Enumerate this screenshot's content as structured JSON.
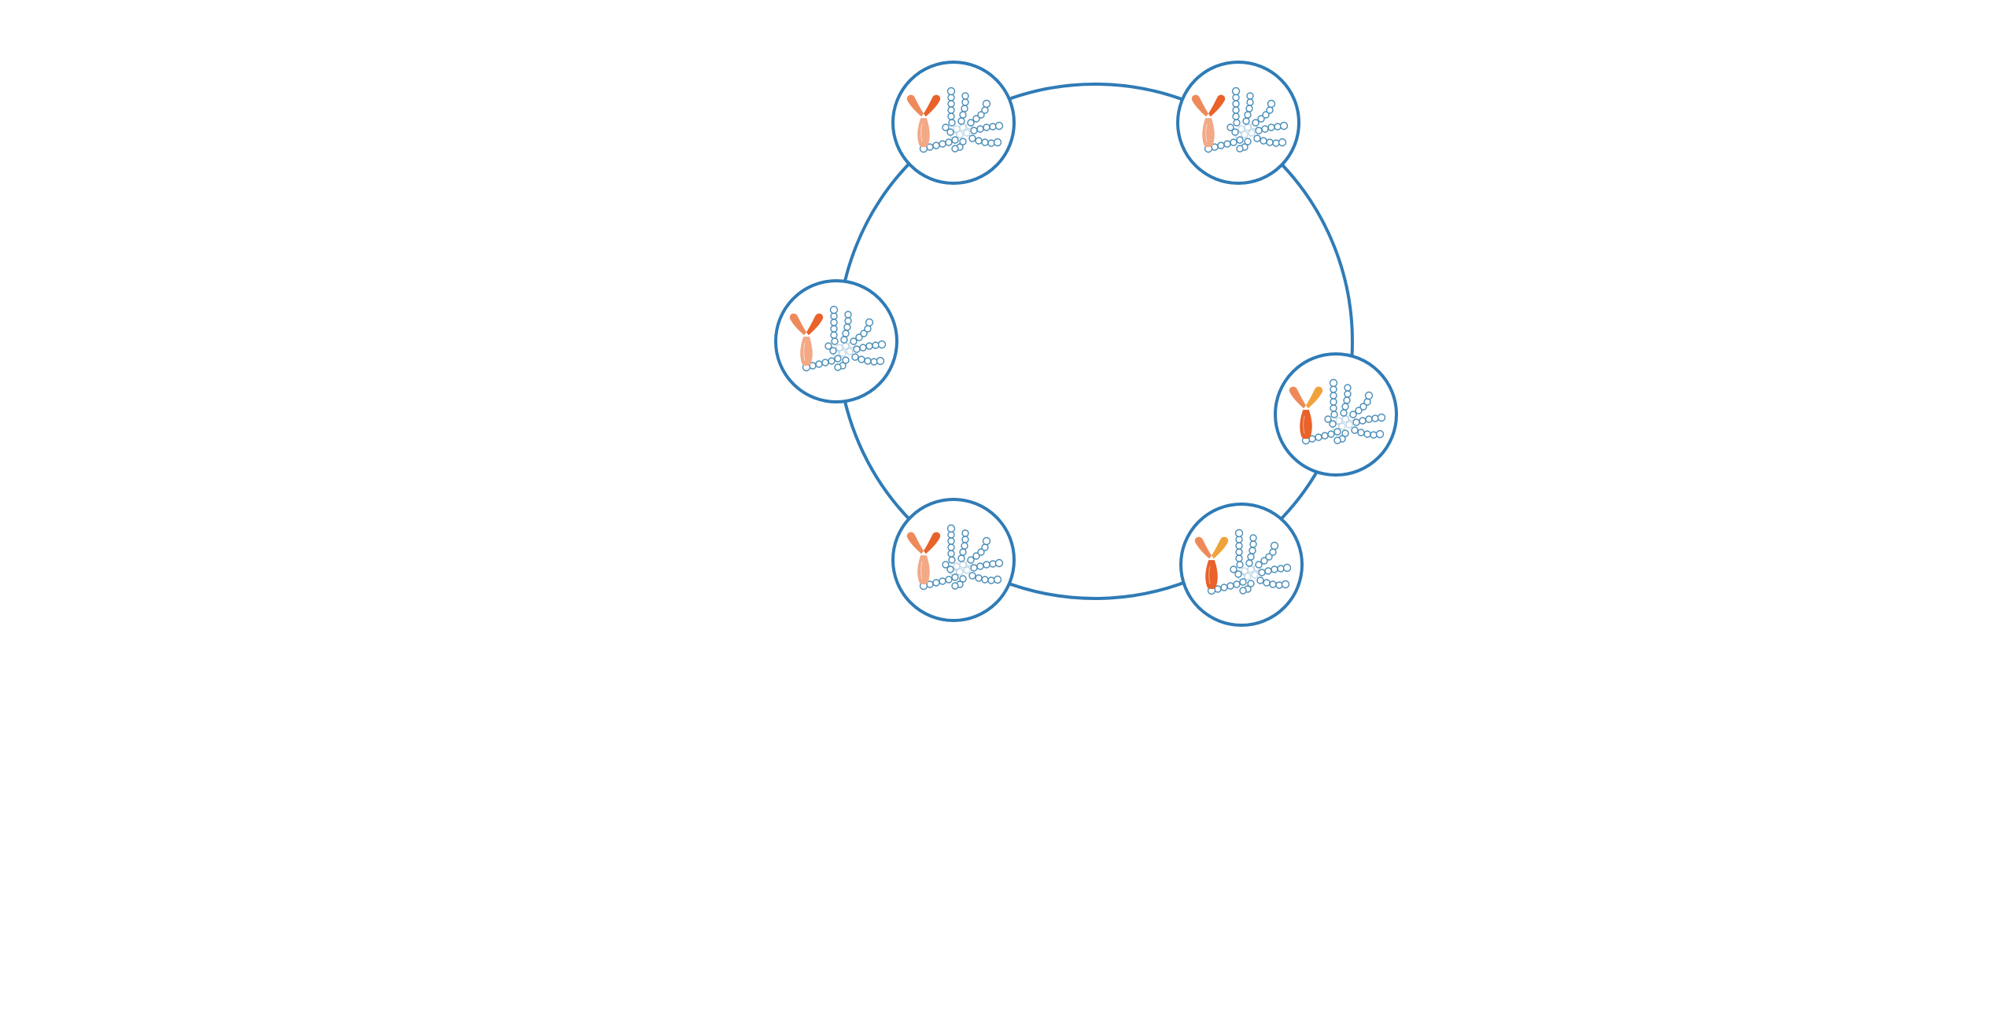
{
  "diagram": {
    "type": "ring-of-nodes",
    "colors": {
      "ring": "#2f7bb6",
      "node_border": "#2f7bb6",
      "node_fill": "#ffffff",
      "chain_stroke": "#4a8db8",
      "antibody_dark": "#e8622a",
      "antibody_mid": "#ee8a5a",
      "antibody_light": "#f3a886",
      "antibody_accent": "#f0a23a"
    },
    "nodes": [
      {
        "id": "node-top-left",
        "icon": "antibody-polymer-icon",
        "antibody_shade": "light"
      },
      {
        "id": "node-top-right",
        "icon": "antibody-polymer-icon",
        "antibody_shade": "light"
      },
      {
        "id": "node-right",
        "icon": "antibody-polymer-icon",
        "antibody_shade": "dark"
      },
      {
        "id": "node-bottom-right",
        "icon": "antibody-polymer-icon",
        "antibody_shade": "dark-accent"
      },
      {
        "id": "node-bottom-left",
        "icon": "antibody-polymer-icon",
        "antibody_shade": "light"
      },
      {
        "id": "node-left",
        "icon": "antibody-polymer-icon",
        "antibody_shade": "light"
      }
    ]
  }
}
